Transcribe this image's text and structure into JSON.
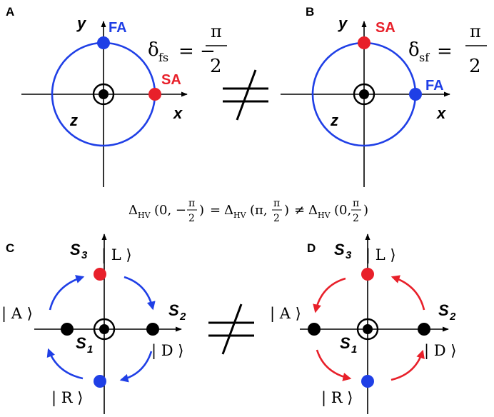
{
  "colors": {
    "axis": "#000000",
    "fast": "#1f3fe6",
    "slow": "#e8202a",
    "blue_arrow": "#1f3fe6",
    "red_arrow": "#e8202a",
    "neutral": "#000000"
  },
  "panels": {
    "A": {
      "letter": "A",
      "y_label": "y",
      "x_label": "x",
      "z_label": "z",
      "top_dot_label": "FA",
      "right_dot_label": "SA",
      "delta_symbol": "δ",
      "delta_sub": "fs",
      "delta_rel": "= −",
      "frac_num": "π",
      "frac_den": "2"
    },
    "B": {
      "letter": "B",
      "y_label": "y",
      "x_label": "x",
      "z_label": "z",
      "top_dot_label": "SA",
      "right_dot_label": "FA",
      "delta_symbol": "δ",
      "delta_sub": "sf",
      "delta_rel": "=",
      "frac_num": "π",
      "frac_den": "2"
    },
    "C": {
      "letter": "C",
      "s3": "S",
      "s3_sub": "3",
      "s2": "S",
      "s2_sub": "2",
      "s1": "S",
      "s1_sub": "1",
      "ket_L": "| L ⟩",
      "ket_A": "| A ⟩",
      "ket_D": "| D ⟩",
      "ket_R": "| R ⟩"
    },
    "D": {
      "letter": "D",
      "s3": "S",
      "s3_sub": "3",
      "s2": "S",
      "s2_sub": "2",
      "s1": "S",
      "s1_sub": "1",
      "ket_L": "| L ⟩",
      "ket_A": "| A ⟩",
      "ket_D": "| D ⟩",
      "ket_R": "| R ⟩"
    }
  },
  "neq_symbol": "≠",
  "equation": {
    "delta": "Δ",
    "sub": "HV",
    "t1_open": "(0, −",
    "t1_close": ")",
    "eq": "=",
    "t2_open": "(π,",
    "t2_close": ")",
    "neq": "≠",
    "t3_open": "(0,",
    "t3_close": ")",
    "pi": "π",
    "two": "2"
  }
}
